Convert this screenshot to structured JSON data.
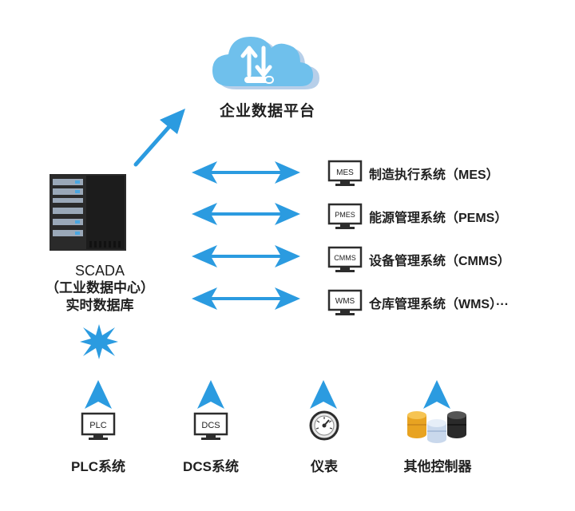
{
  "cloud": {
    "title": "企业数据平台",
    "icon": "cloud-upload-icon"
  },
  "scada": {
    "line1": "SCADA",
    "line2": "（工业数据中心）",
    "line3": "实时数据库",
    "icon": "server-rack-icon"
  },
  "systems": [
    {
      "tag": "MES",
      "label": "制造执行系统（MES）"
    },
    {
      "tag": "PMES",
      "label": "能源管理系统（PEMS）"
    },
    {
      "tag": "CMMS",
      "label": "设备管理系统（CMMS）"
    },
    {
      "tag": "WMS",
      "label": "仓库管理系统（WMS）···"
    }
  ],
  "devices": [
    {
      "tag": "PLC",
      "label": "PLC系统"
    },
    {
      "tag": "DCS",
      "label": "DCS系统"
    },
    {
      "tag": "",
      "label": "仪表"
    },
    {
      "tag": "",
      "label": "其他控制器"
    }
  ],
  "colors": {
    "arrow": "#2b9be0",
    "cloud": "#6fc0ec",
    "cloud_back": "#a8c9ea",
    "server": "#2d2d2d"
  }
}
